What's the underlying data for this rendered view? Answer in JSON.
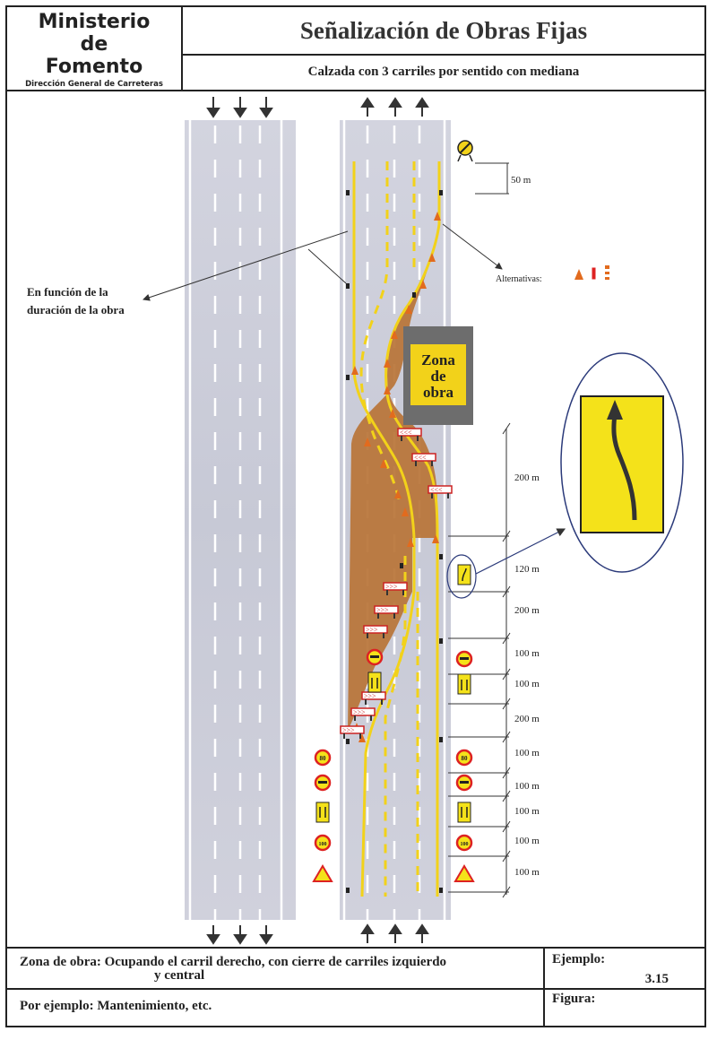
{
  "header": {
    "ministry_line1": "Ministerio",
    "ministry_line2": "de",
    "ministry_line3": "Fomento",
    "ministry_sub": "Dirección General de Carreteras",
    "title": "Señalización de Obras Fijas",
    "subtitle": "Calzada con 3 carriles por sentido con mediana"
  },
  "diagram": {
    "annotation_duration_line1": "En función de la",
    "annotation_duration_line2": "duración de la obra",
    "alternatives_label": "Alternativas:",
    "work_zone_line1": "Zona",
    "work_zone_line2": "de",
    "work_zone_line3": "obra",
    "sign_speed_80": "80",
    "sign_speed_100": "100",
    "distances": [
      "50 m",
      "200 m",
      "120 m",
      "200 m",
      "100 m",
      "100 m",
      "200 m",
      "100 m",
      "100 m",
      "100 m",
      "100 m",
      "100 m"
    ],
    "colors": {
      "road": "#cfd0dc",
      "marking_yellow": "#f2d21a",
      "work_area": "#b87437",
      "sign_yellow": "#f4e21a",
      "zone_box": "#6d6d6d"
    }
  },
  "footer": {
    "work_zone_text": "Zona de obra: Ocupando el carril derecho, con cierre de carriles izquierdo",
    "work_zone_text2": "y central",
    "example_text": "Por ejemplo: Mantenimiento, etc.",
    "example_label": "Ejemplo:",
    "example_number": "3.15",
    "figure_label": "Figura:"
  }
}
